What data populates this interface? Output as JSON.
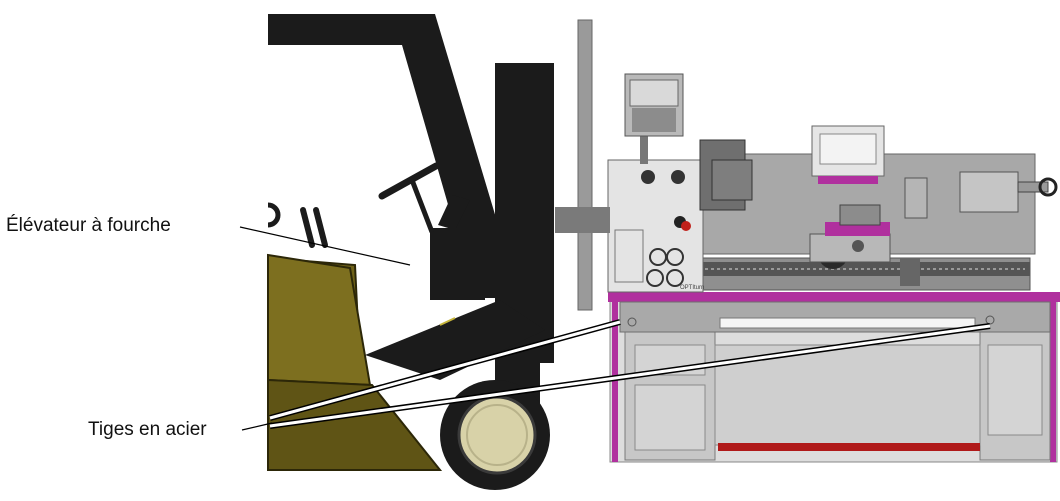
{
  "labels": {
    "forklift": "Élévateur à fourche",
    "steel_bars": "Tiges en acier"
  },
  "lathe_brand": "OPTIturn",
  "colors": {
    "forklift_body": "#6f6218",
    "forklift_mast": "#1b1b1b",
    "lathe_body": "#9b9b9b",
    "lathe_accent": "#b0309e",
    "chuck": "#2a2a2a",
    "wheel_hub": "#d8d2a8",
    "stand_bar": "#b01a1a"
  },
  "icons": [
    "forklift-illustration",
    "lathe-illustration"
  ]
}
